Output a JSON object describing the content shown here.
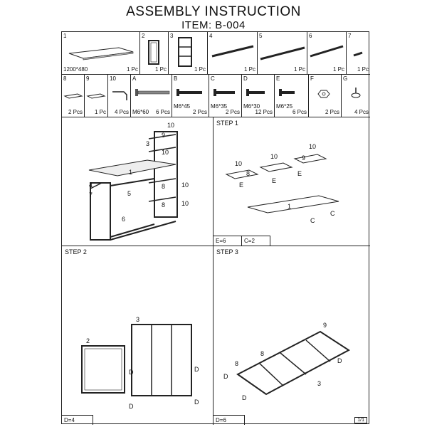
{
  "header": {
    "title": "ASSEMBLY INSTRUCTION",
    "item": "ITEM: B-004"
  },
  "parts_row1": [
    {
      "num": "1",
      "qty": "1 Pc",
      "spec": "1200*480"
    },
    {
      "num": "2",
      "qty": "1 Pc"
    },
    {
      "num": "3",
      "qty": "1 Pc"
    },
    {
      "num": "4",
      "qty": "1 Pc"
    },
    {
      "num": "5",
      "qty": "1 Pc"
    },
    {
      "num": "6",
      "qty": "1 Pc"
    },
    {
      "num": "7",
      "qty": "1 Pc"
    }
  ],
  "parts_row2": [
    {
      "num": "8",
      "qty": "2 Pcs"
    },
    {
      "num": "9",
      "qty": "1 Pc"
    },
    {
      "num": "10",
      "qty": "4 Pcs"
    },
    {
      "num": "A",
      "qty": "6 Pcs",
      "spec": "M6*60"
    },
    {
      "num": "B",
      "qty": "2 Pcs",
      "spec": "M6*45"
    },
    {
      "num": "C",
      "qty": "2 Pcs",
      "spec": "M6*35"
    },
    {
      "num": "D",
      "qty": "12 Pcs",
      "spec": "M6*30"
    },
    {
      "num": "E",
      "qty": "6 Pcs",
      "spec": "M6*25"
    },
    {
      "num": "F",
      "qty": "2 Pcs"
    },
    {
      "num": "G",
      "qty": "4 Pcs"
    }
  ],
  "overview": {
    "labels": [
      "10",
      "9",
      "3",
      "10",
      "1",
      "4",
      "7",
      "5",
      "8",
      "10",
      "8",
      "10",
      "6"
    ]
  },
  "step1": {
    "title": "STEP 1",
    "labels": [
      "10",
      "8",
      "E",
      "10",
      "E",
      "10",
      "9",
      "E",
      "1",
      "C",
      "C"
    ],
    "counter1": "E=6",
    "counter2": "C=2"
  },
  "step2": {
    "title": "STEP 2",
    "labels": [
      "2",
      "3",
      "D",
      "D",
      "D",
      "D"
    ],
    "counter": "D=4"
  },
  "step3": {
    "title": "STEP 3",
    "labels": [
      "9",
      "8",
      "8",
      "D",
      "D",
      "D",
      "3"
    ],
    "counter": "D=6",
    "page": "1/1"
  }
}
